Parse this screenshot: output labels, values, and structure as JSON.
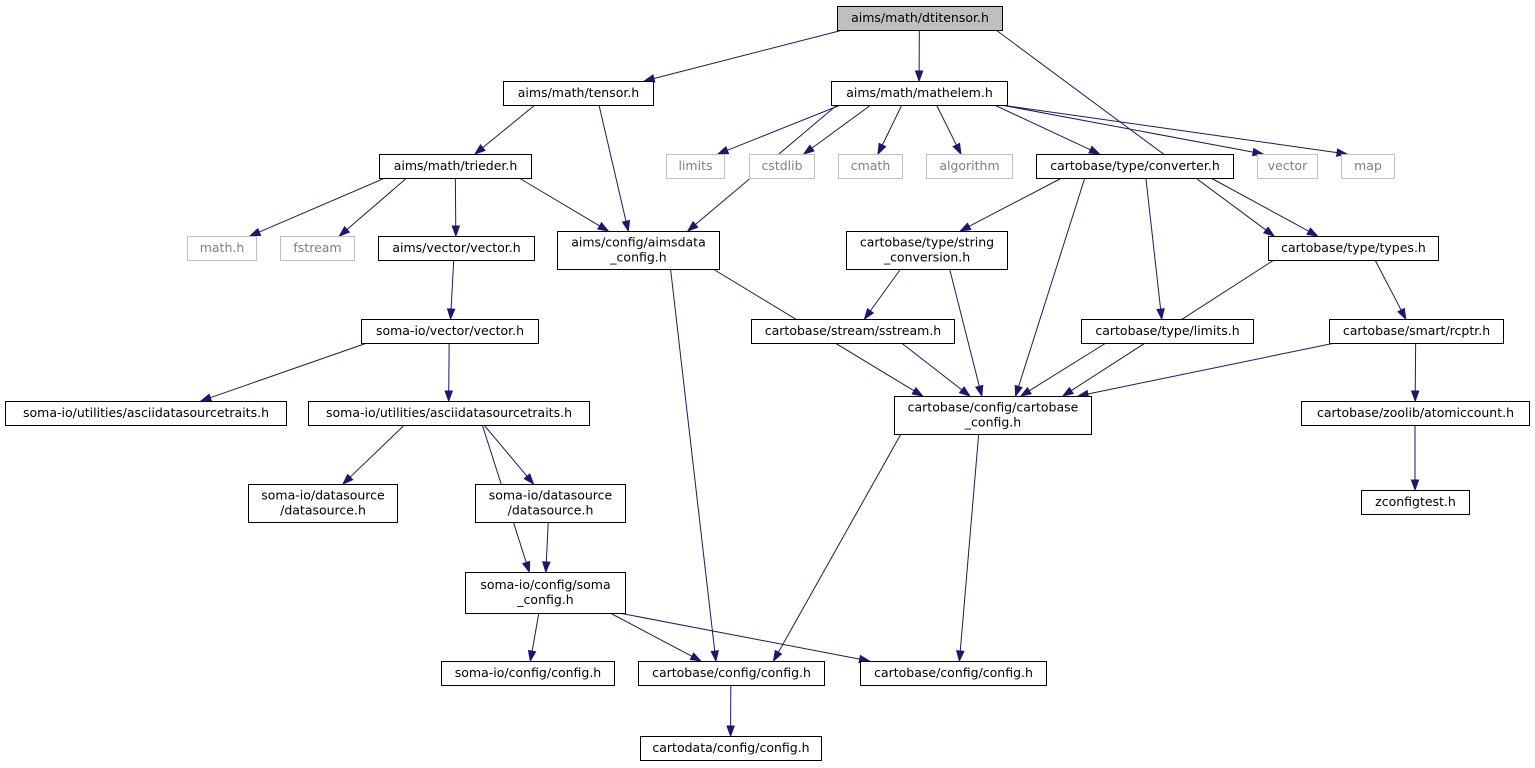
{
  "colors": {
    "edge": "#191970",
    "node_border": "#000000",
    "external_border": "#bfbfbf",
    "external_text": "#7f7f7f",
    "root_fill": "#bfbfbf",
    "background": "#ffffff"
  },
  "nodes": [
    {
      "id": "dtitensor",
      "lines": [
        "aims/math/dtitensor.h"
      ],
      "style": "root"
    },
    {
      "id": "tensor",
      "lines": [
        "aims/math/tensor.h"
      ],
      "style": "normal"
    },
    {
      "id": "mathelem",
      "lines": [
        "aims/math/mathelem.h"
      ],
      "style": "normal"
    },
    {
      "id": "trieder",
      "lines": [
        "aims/math/trieder.h"
      ],
      "style": "normal"
    },
    {
      "id": "limits",
      "lines": [
        "limits"
      ],
      "style": "external"
    },
    {
      "id": "cstdlib",
      "lines": [
        "cstdlib"
      ],
      "style": "external"
    },
    {
      "id": "cmath",
      "lines": [
        "cmath"
      ],
      "style": "external"
    },
    {
      "id": "algorithm",
      "lines": [
        "algorithm"
      ],
      "style": "external"
    },
    {
      "id": "converter",
      "lines": [
        "cartobase/type/converter.h"
      ],
      "style": "normal"
    },
    {
      "id": "vector_std",
      "lines": [
        "vector"
      ],
      "style": "external"
    },
    {
      "id": "map",
      "lines": [
        "map"
      ],
      "style": "external"
    },
    {
      "id": "math_h",
      "lines": [
        "math.h"
      ],
      "style": "external"
    },
    {
      "id": "fstream",
      "lines": [
        "fstream"
      ],
      "style": "external"
    },
    {
      "id": "aims_vector",
      "lines": [
        "aims/vector/vector.h"
      ],
      "style": "normal"
    },
    {
      "id": "aimsdata_config",
      "lines": [
        "aims/config/aimsdata",
        "_config.h"
      ],
      "style": "normal"
    },
    {
      "id": "string_conversion",
      "lines": [
        "cartobase/type/string",
        "_conversion.h"
      ],
      "style": "normal"
    },
    {
      "id": "types",
      "lines": [
        "cartobase/type/types.h"
      ],
      "style": "normal"
    },
    {
      "id": "somaio_vector",
      "lines": [
        "soma-io/vector/vector.h"
      ],
      "style": "normal"
    },
    {
      "id": "sstream",
      "lines": [
        "cartobase/stream/sstream.h"
      ],
      "style": "normal"
    },
    {
      "id": "type_limits",
      "lines": [
        "cartobase/type/limits.h"
      ],
      "style": "normal"
    },
    {
      "id": "rcptr",
      "lines": [
        "cartobase/smart/rcptr.h"
      ],
      "style": "normal"
    },
    {
      "id": "ascii_left",
      "lines": [
        "soma-io/utilities/asciidatasourcetraits.h"
      ],
      "style": "normal"
    },
    {
      "id": "ascii_mid",
      "lines": [
        "soma-io/utilities/asciidatasourcetraits.h"
      ],
      "style": "normal"
    },
    {
      "id": "cartobase_config",
      "lines": [
        "cartobase/config/cartobase",
        "_config.h"
      ],
      "style": "normal"
    },
    {
      "id": "atomiccount",
      "lines": [
        "cartobase/zoolib/atomiccount.h"
      ],
      "style": "normal"
    },
    {
      "id": "datasource_a",
      "lines": [
        "soma-io/datasource",
        "/datasource.h"
      ],
      "style": "normal"
    },
    {
      "id": "datasource_b",
      "lines": [
        "soma-io/datasource",
        "/datasource.h"
      ],
      "style": "normal"
    },
    {
      "id": "zconfigtest",
      "lines": [
        "zconfigtest.h"
      ],
      "style": "normal"
    },
    {
      "id": "soma_config",
      "lines": [
        "soma-io/config/soma",
        "_config.h"
      ],
      "style": "normal"
    },
    {
      "id": "somaio_config",
      "lines": [
        "soma-io/config/config.h"
      ],
      "style": "normal"
    },
    {
      "id": "cartobase_config_h_1",
      "lines": [
        "cartobase/config/config.h"
      ],
      "style": "normal"
    },
    {
      "id": "cartobase_config_h_2",
      "lines": [
        "cartobase/config/config.h"
      ],
      "style": "normal"
    },
    {
      "id": "cartodata_config",
      "lines": [
        "cartodata/config/config.h"
      ],
      "style": "normal"
    }
  ],
  "edges": [
    [
      "dtitensor",
      "tensor"
    ],
    [
      "dtitensor",
      "mathelem"
    ],
    [
      "dtitensor",
      "types"
    ],
    [
      "tensor",
      "trieder"
    ],
    [
      "tensor",
      "aimsdata_config"
    ],
    [
      "mathelem",
      "aimsdata_config"
    ],
    [
      "mathelem",
      "limits"
    ],
    [
      "mathelem",
      "cstdlib"
    ],
    [
      "mathelem",
      "cmath"
    ],
    [
      "mathelem",
      "algorithm"
    ],
    [
      "mathelem",
      "converter"
    ],
    [
      "mathelem",
      "vector_std"
    ],
    [
      "mathelem",
      "map"
    ],
    [
      "trieder",
      "math_h"
    ],
    [
      "trieder",
      "fstream"
    ],
    [
      "trieder",
      "aims_vector"
    ],
    [
      "trieder",
      "aimsdata_config"
    ],
    [
      "converter",
      "string_conversion"
    ],
    [
      "converter",
      "cartobase_config"
    ],
    [
      "converter",
      "type_limits"
    ],
    [
      "converter",
      "types"
    ],
    [
      "aims_vector",
      "somaio_vector"
    ],
    [
      "aimsdata_config",
      "cartobase_config"
    ],
    [
      "aimsdata_config",
      "cartobase_config_h_1"
    ],
    [
      "string_conversion",
      "sstream"
    ],
    [
      "string_conversion",
      "cartobase_config"
    ],
    [
      "types",
      "cartobase_config"
    ],
    [
      "types",
      "rcptr"
    ],
    [
      "somaio_vector",
      "ascii_left"
    ],
    [
      "somaio_vector",
      "ascii_mid"
    ],
    [
      "sstream",
      "cartobase_config"
    ],
    [
      "type_limits",
      "cartobase_config"
    ],
    [
      "rcptr",
      "cartobase_config"
    ],
    [
      "rcptr",
      "atomiccount"
    ],
    [
      "ascii_mid",
      "datasource_a"
    ],
    [
      "ascii_mid",
      "datasource_b"
    ],
    [
      "ascii_mid",
      "soma_config"
    ],
    [
      "cartobase_config",
      "cartobase_config_h_1"
    ],
    [
      "cartobase_config",
      "cartobase_config_h_2"
    ],
    [
      "atomiccount",
      "zconfigtest"
    ],
    [
      "datasource_b",
      "soma_config"
    ],
    [
      "soma_config",
      "somaio_config"
    ],
    [
      "soma_config",
      "cartobase_config_h_1"
    ],
    [
      "soma_config",
      "cartobase_config_h_2"
    ],
    [
      "cartobase_config_h_1",
      "cartodata_config"
    ]
  ]
}
